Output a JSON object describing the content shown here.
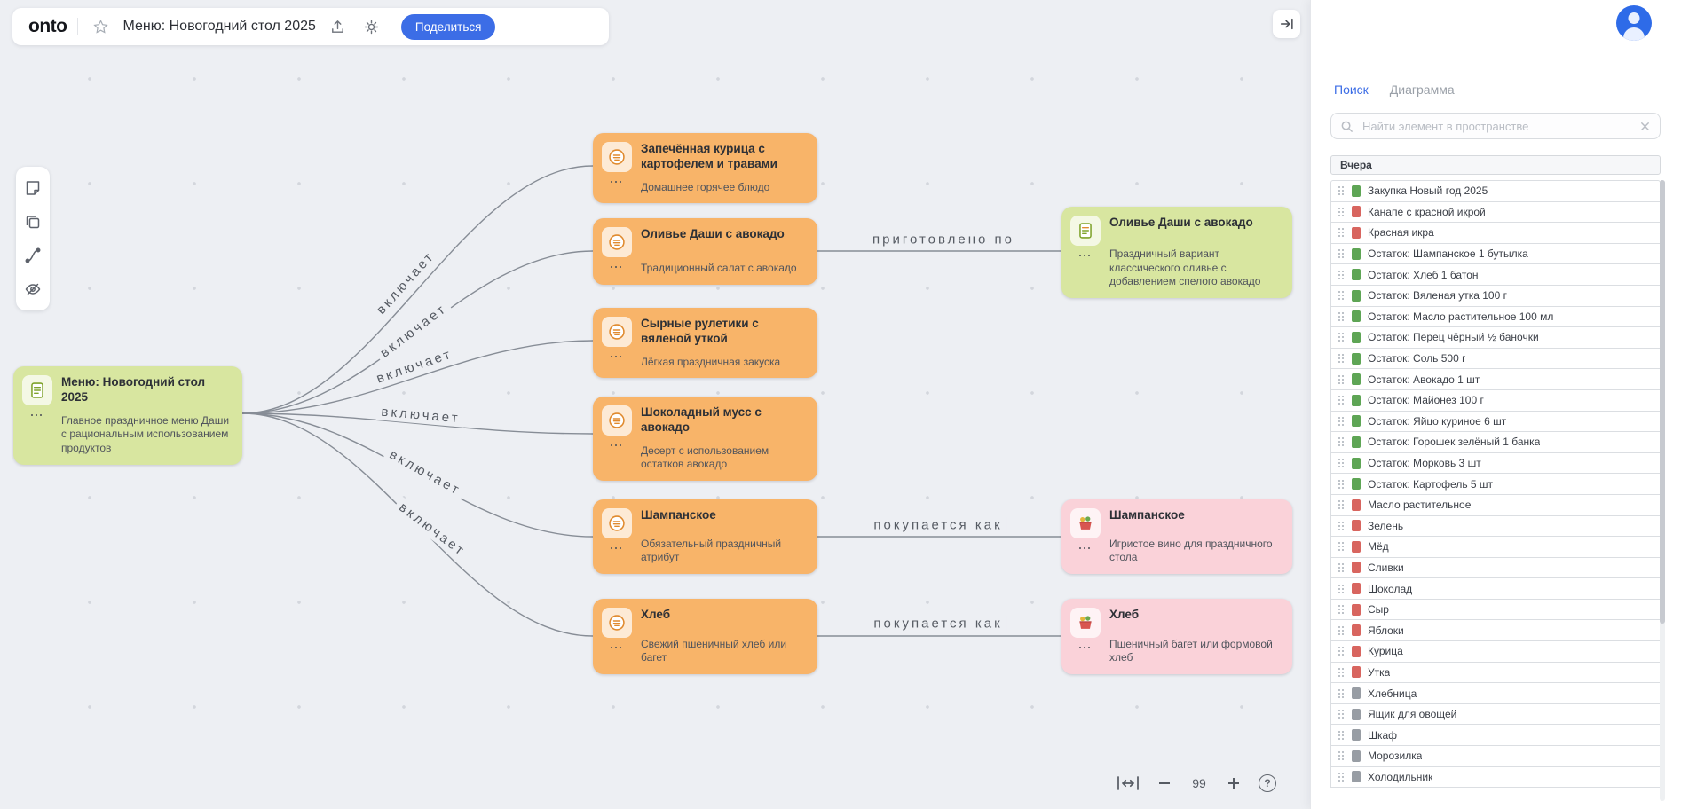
{
  "header": {
    "logo": "onto",
    "title": "Меню: Новогодний стол 2025",
    "share_label": "Поделиться"
  },
  "colors": {
    "accent": "#3c6de6",
    "node_green": "#d8e6a0",
    "node_orange": "#f8b469",
    "node_pink": "#fad2d9",
    "item_green": "#4c9b43",
    "item_red": "#d4544e",
    "item_gray": "#8d929a"
  },
  "nodes": {
    "menu": {
      "title": "Меню: Новогодний стол 2025",
      "desc": "Главное праздничное меню Даши с рациональным использованием продуктов"
    },
    "chicken": {
      "title": "Запечённая курица с картофелем и травами",
      "desc": "Домашнее горячее блюдо"
    },
    "olivier": {
      "title": "Оливье Даши с авокадо",
      "desc": "Традиционный салат с авокадо"
    },
    "rolls": {
      "title": "Сырные рулетики с вяленой уткой",
      "desc": "Лёгкая праздничная закуска"
    },
    "mousse": {
      "title": "Шоколадный мусс с авокадо",
      "desc": "Десерт с использованием остатков авокадо"
    },
    "champagne": {
      "title": "Шампанское",
      "desc": "Обязательный праздничный атрибут"
    },
    "bread": {
      "title": "Хлеб",
      "desc": "Свежий пшеничный хлеб или багет"
    },
    "olivier_recipe": {
      "title": "Оливье Даши с авокадо",
      "desc": "Праздничный вариант классического оливье с добавлением спелого авокадо"
    },
    "champagne_product": {
      "title": "Шампанское",
      "desc": "Игристое вино для праздничного стола"
    },
    "bread_product": {
      "title": "Хлеб",
      "desc": "Пшеничный багет или формовой хлеб"
    }
  },
  "edges": {
    "includes": "включает",
    "prepared_by": "приготовлено по",
    "purchased_as": "покупается как"
  },
  "zoom": {
    "level": "99",
    "help_glyph": "?"
  },
  "sidebar": {
    "tabs": [
      {
        "label": "Поиск"
      },
      {
        "label": "Диаграмма"
      }
    ],
    "search_placeholder": "Найти элемент в пространстве",
    "section_title": "Вчера",
    "items": [
      {
        "label": "Закупка Новый год 2025",
        "color": "green"
      },
      {
        "label": "Канапе с красной икрой",
        "color": "red"
      },
      {
        "label": "Красная икра",
        "color": "red"
      },
      {
        "label": "Остаток: Шампанское 1 бутылка",
        "color": "green"
      },
      {
        "label": "Остаток: Хлеб 1 батон",
        "color": "green"
      },
      {
        "label": "Остаток: Вяленая утка 100 г",
        "color": "green"
      },
      {
        "label": "Остаток: Масло растительное 100 мл",
        "color": "green"
      },
      {
        "label": "Остаток: Перец чёрный ½ баночки",
        "color": "green"
      },
      {
        "label": "Остаток: Соль 500 г",
        "color": "green"
      },
      {
        "label": "Остаток: Авокадо 1 шт",
        "color": "green"
      },
      {
        "label": "Остаток: Майонез 100 г",
        "color": "green"
      },
      {
        "label": "Остаток: Яйцо куриное 6 шт",
        "color": "green"
      },
      {
        "label": "Остаток: Горошек зелёный 1 банка",
        "color": "green"
      },
      {
        "label": "Остаток: Морковь 3 шт",
        "color": "green"
      },
      {
        "label": "Остаток: Картофель 5 шт",
        "color": "green"
      },
      {
        "label": "Масло растительное",
        "color": "red"
      },
      {
        "label": "Зелень",
        "color": "red"
      },
      {
        "label": "Мёд",
        "color": "red"
      },
      {
        "label": "Сливки",
        "color": "red"
      },
      {
        "label": "Шоколад",
        "color": "red"
      },
      {
        "label": "Сыр",
        "color": "red"
      },
      {
        "label": "Яблоки",
        "color": "red"
      },
      {
        "label": "Курица",
        "color": "red"
      },
      {
        "label": "Утка",
        "color": "red"
      },
      {
        "label": "Хлебница",
        "color": "gray"
      },
      {
        "label": "Ящик для овощей",
        "color": "gray"
      },
      {
        "label": "Шкаф",
        "color": "gray"
      },
      {
        "label": "Морозилка",
        "color": "gray"
      },
      {
        "label": "Холодильник",
        "color": "gray"
      }
    ]
  }
}
